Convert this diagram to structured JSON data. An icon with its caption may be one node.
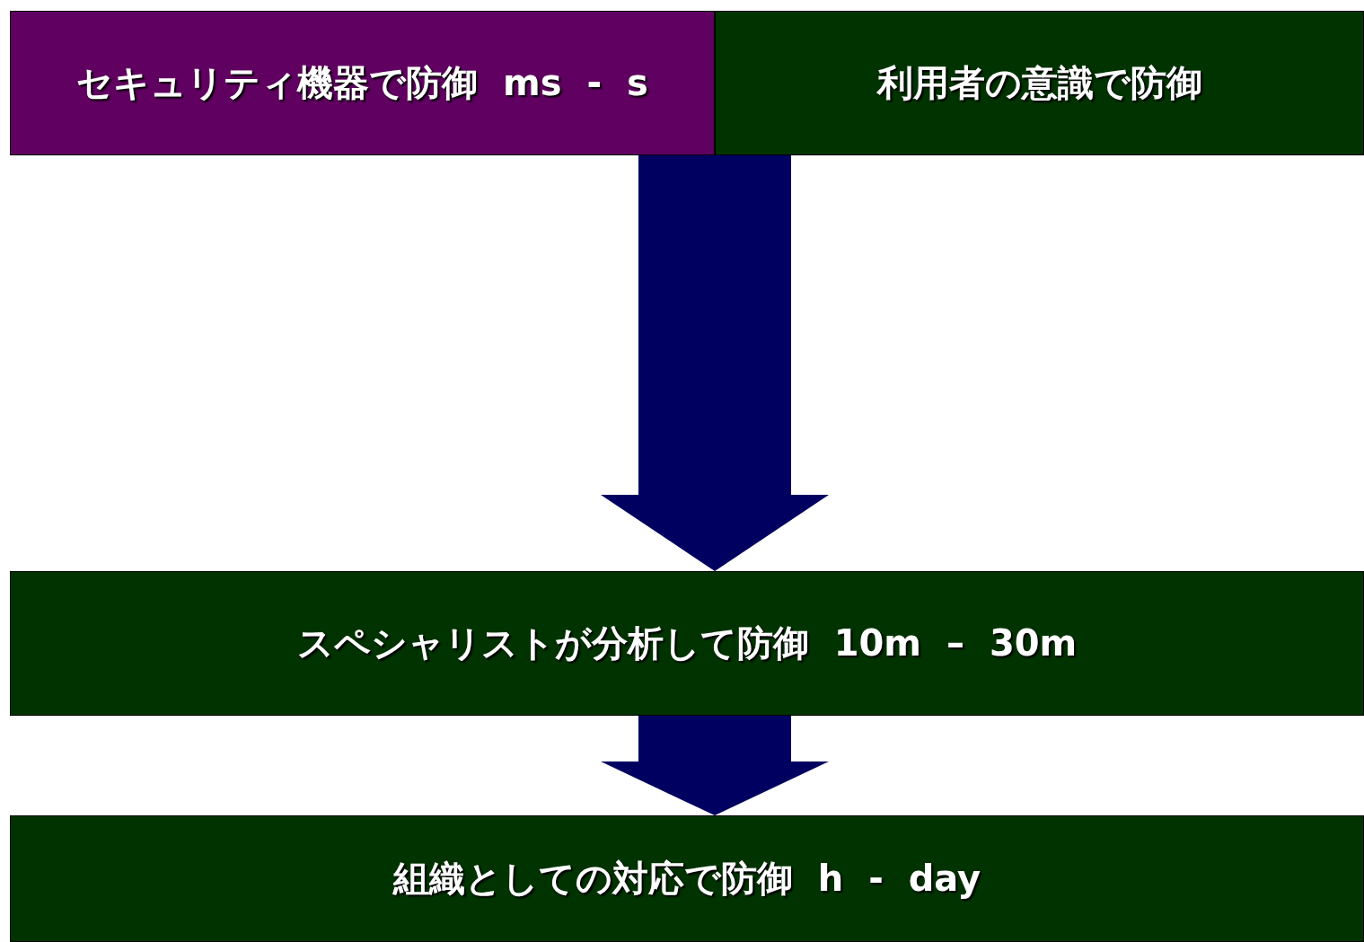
{
  "diagram": {
    "nodes": [
      {
        "text": [
          "セキュリティ機器で防御 ms - s"
        ]
      },
      {
        "text": [
          "利用者の意識で防御"
        ]
      },
      {
        "text": [
          "スペシャリストが分析して防御 10m – 30m"
        ]
      },
      {
        "text": [
          "組織としての対応で防御 h - day"
        ]
      }
    ],
    "edges": [
      {
        "from": 0,
        "to": 2,
        "arrow": "to"
      },
      {
        "from": 1,
        "to": 2,
        "arrow": "to"
      },
      {
        "from": 2,
        "to": 3,
        "arrow": "to"
      }
    ]
  }
}
